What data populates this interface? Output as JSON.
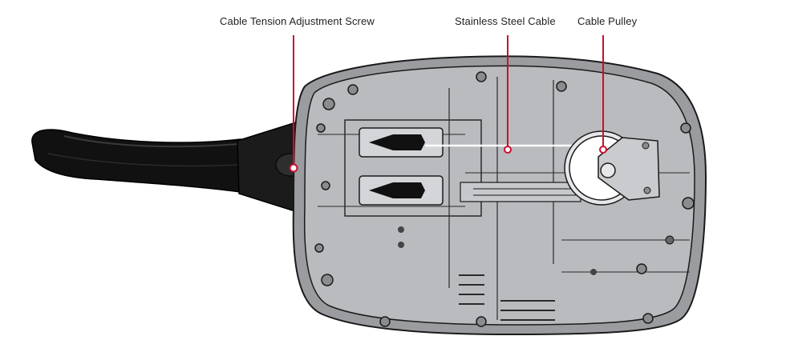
{
  "callouts": {
    "screw": "Cable Tension Adjustment Screw",
    "cable": "Stainless Steel Cable",
    "pulley": "Cable Pulley"
  },
  "colors": {
    "leader": "#c8102e",
    "housing_outer": "#9a9ca0",
    "housing_inner": "#b9bbbe",
    "outline": "#1a1a1a",
    "handle": "#111111",
    "pulley": "#ffffff"
  },
  "icons": [
    "leader-line",
    "anchor-dot",
    "screw-boss",
    "pulley-wheel",
    "lever-handle"
  ]
}
